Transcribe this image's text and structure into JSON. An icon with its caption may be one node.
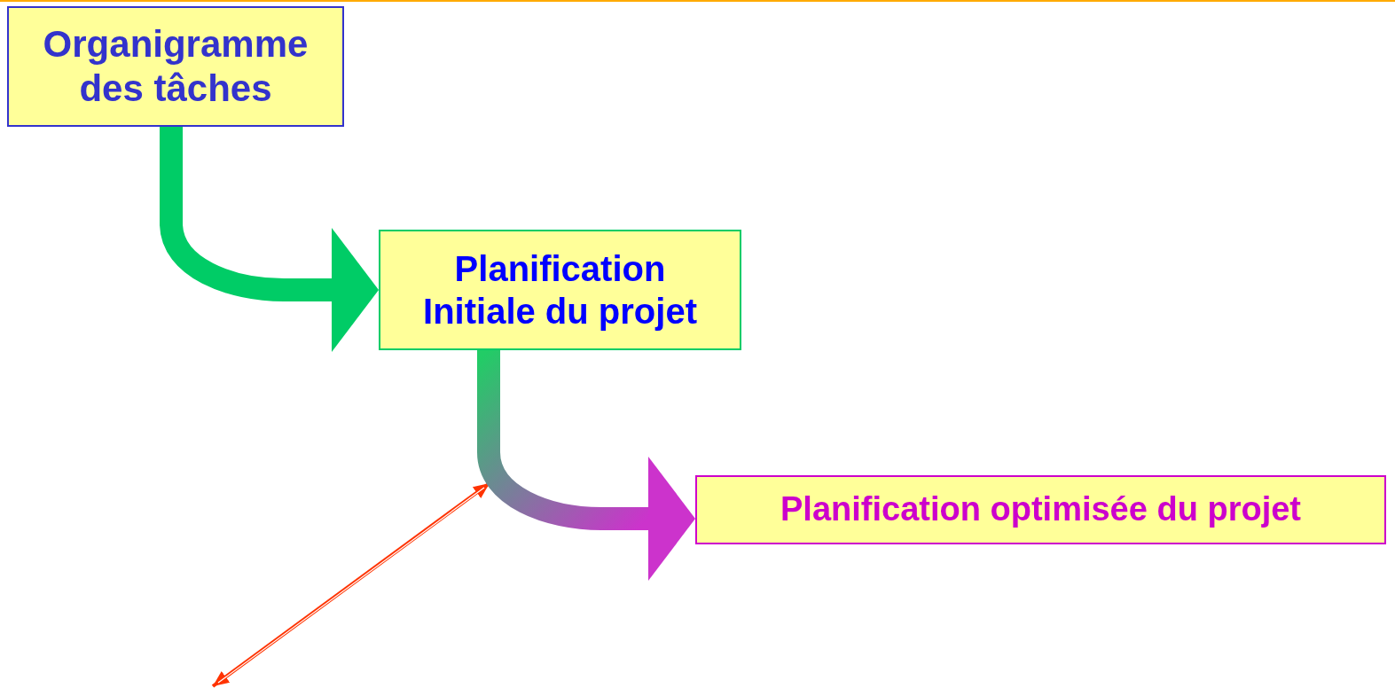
{
  "diagram": {
    "nodes": [
      {
        "text": [
          "Organigramme des tâches"
        ]
      },
      {
        "text": [
          "Planification Initiale du projet"
        ]
      },
      {
        "text": [
          "Planification optimisée du projet"
        ]
      }
    ],
    "edges": [
      {
        "from": 0,
        "to": 1,
        "arrow": "to",
        "style": "thick",
        "color": "#00cc66"
      },
      {
        "from": 1,
        "to": 2,
        "arrow": "to",
        "style": "thick",
        "color": "#cc33cc"
      }
    ]
  }
}
